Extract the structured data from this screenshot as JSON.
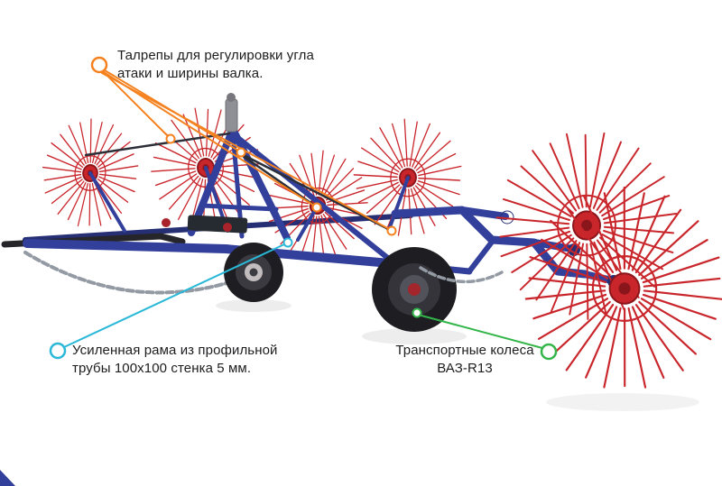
{
  "figure": {
    "type": "annotated product illustration",
    "subject": "rotary-wheel-hay-rake"
  },
  "annotations": {
    "turnbuckles": {
      "line1": "Талрепы для регулировки угла",
      "line2": "атаки и ширины валка.",
      "color": "#f5821f"
    },
    "frame": {
      "line1": "Усиленная рама из профильной",
      "line2": "трубы 100x100 стенка 5 мм.",
      "color": "#29b8d8"
    },
    "transport_wheels": {
      "line1": "Транспортные колеса",
      "line2": "ВАЗ-R13",
      "color": "#33b54a"
    }
  },
  "colors": {
    "background": "#ffffff",
    "text_black": "#1d1d1f",
    "wheel_red": "#c9262c",
    "wheel_red_dark": "#8a151b",
    "frame_blue": "#32409b",
    "frame_blue_dark": "#262f73",
    "tire_black": "#1e1e22",
    "chain_gray": "#939aa3"
  }
}
